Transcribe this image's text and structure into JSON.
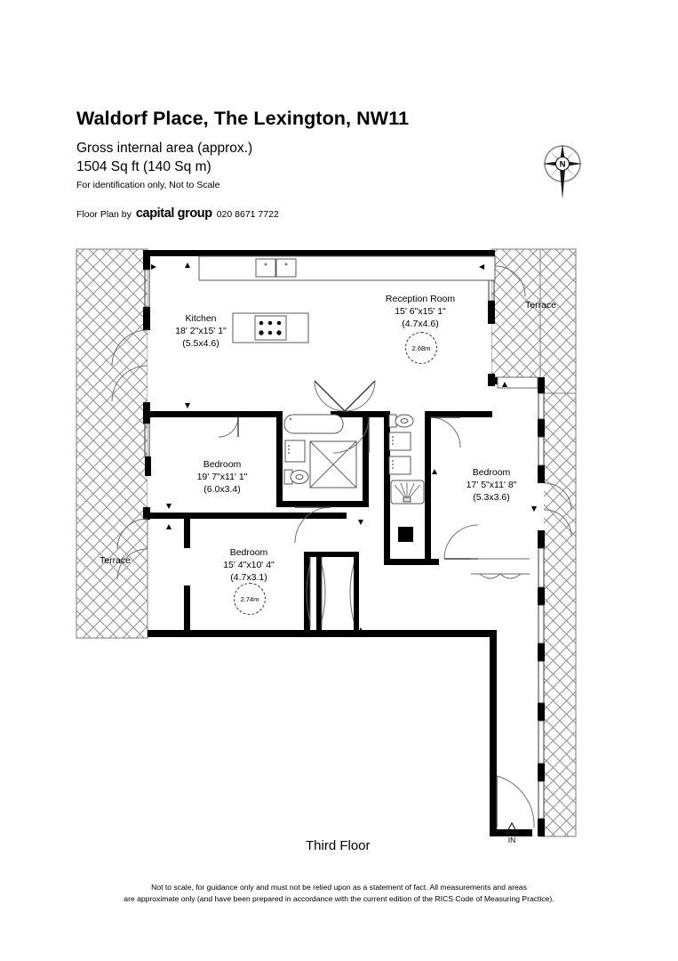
{
  "header": {
    "title": "Waldorf Place, The Lexington, NW11",
    "gia_label": "Gross internal area (approx.)",
    "gia_value": "1504 Sq ft (140 Sq m)",
    "identification_note": "For identification only, Not to Scale",
    "credit_prefix": "Floor Plan by",
    "credit_brand": "capital group",
    "credit_phone": "020 8671 7722"
  },
  "compass": {
    "icon": "compass-rose-icon",
    "north_label": "N"
  },
  "plan": {
    "floor_name": "Third Floor",
    "entrance_label": "IN",
    "rooms": [
      {
        "name": "Kitchen",
        "imperial": "18' 2\"x15' 1\"",
        "metric": "(5.5x4.6)"
      },
      {
        "name": "Reception Room",
        "imperial": "15' 6\"x15' 1\"",
        "metric": "(4.7x4.6)",
        "ceiling": "2.68m"
      },
      {
        "name": "Bedroom",
        "imperial": "19' 7\"x11' 1\"",
        "metric": "(6.0x3.4)"
      },
      {
        "name": "Bedroom",
        "imperial": "17' 5\"x11' 8\"",
        "metric": "(5.3x3.6)"
      },
      {
        "name": "Bedroom",
        "imperial": "15' 4\"x10' 4\"",
        "metric": "(4.7x3.1)",
        "ceiling": "2.74m"
      }
    ],
    "terraces": [
      {
        "label": "Terrace"
      },
      {
        "label": "Terrace"
      }
    ]
  },
  "footer": {
    "line1": "Not to scale, for guidance only and must not be relied upon as a statement of fact.  All measurements and areas",
    "line2": "are approximate only (and have been prepared in accordance with the current edition of the RICS Code of Measuring Practice)."
  },
  "colors": {
    "wall": "#000000",
    "hatch": "#8c8c8c",
    "thin_line": "#4a4a4a",
    "paper": "#ffffff"
  }
}
